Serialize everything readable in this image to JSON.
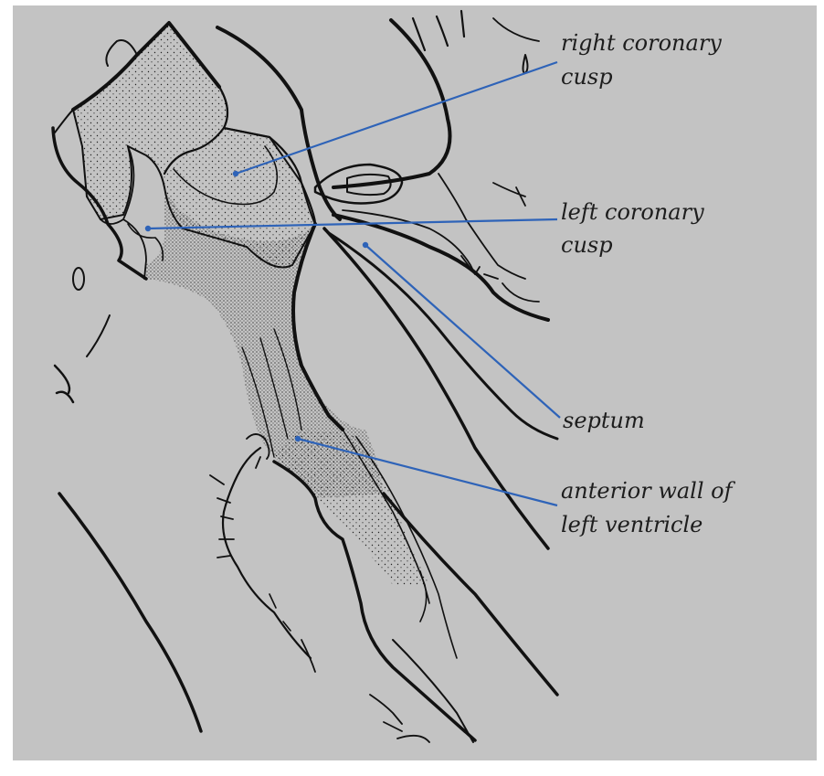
{
  "colors": {
    "background_panel": "#c3c3c3",
    "ink": "#111111",
    "leader_line": "#2e63b8",
    "label_text": "#1d1d1d"
  },
  "labels": {
    "right_coronary_cusp": {
      "line1": "right coronary",
      "line2": "cusp"
    },
    "left_coronary_cusp": {
      "line1": "left coronary",
      "line2": "cusp"
    },
    "septum": {
      "line1": "septum"
    },
    "anterior_wall": {
      "line1": "anterior wall of",
      "line2": "left ventricle"
    }
  }
}
